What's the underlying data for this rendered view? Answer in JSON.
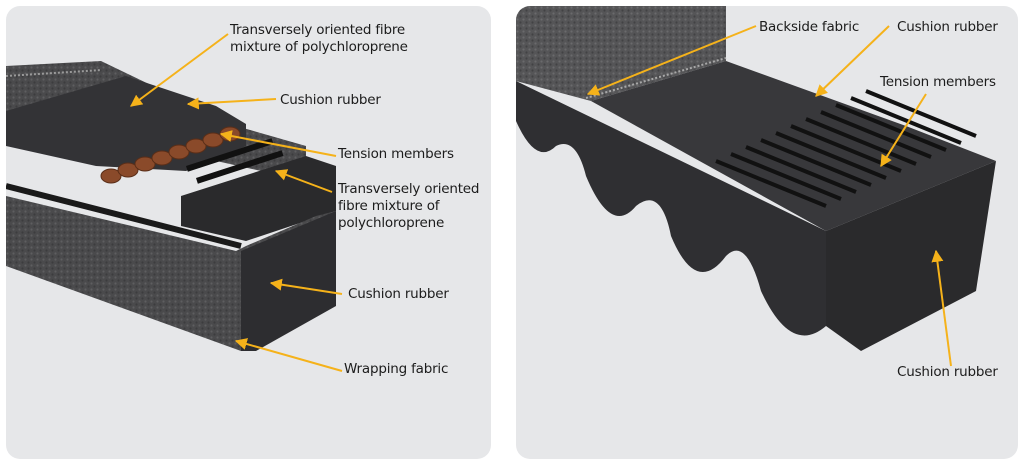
{
  "left_diagram": {
    "labels": [
      {
        "id": "l1",
        "text": "Transversely oriented fibre\nmixture of polychloroprene"
      },
      {
        "id": "l2",
        "text": "Cushion rubber"
      },
      {
        "id": "l3",
        "text": "Tension members"
      },
      {
        "id": "l4",
        "text": "Transversely oriented\nfibre mixture of\npolychloroprene"
      },
      {
        "id": "l5",
        "text": "Cushion rubber"
      },
      {
        "id": "l6",
        "text": "Wrapping fabric"
      }
    ]
  },
  "right_diagram": {
    "labels": [
      {
        "id": "r1",
        "text": "Backside fabric"
      },
      {
        "id": "r2",
        "text": "Cushion rubber"
      },
      {
        "id": "r3",
        "text": "Tension members"
      },
      {
        "id": "r4",
        "text": "Cushion rubber"
      }
    ]
  },
  "colors": {
    "panel_bg": "#e6e7e9",
    "arrow": "#f5b21a",
    "belt_dark": "#2a2a2c",
    "belt_mid": "#3a3a3d",
    "fabric": "#505052",
    "cord": "#8a4a2a"
  }
}
